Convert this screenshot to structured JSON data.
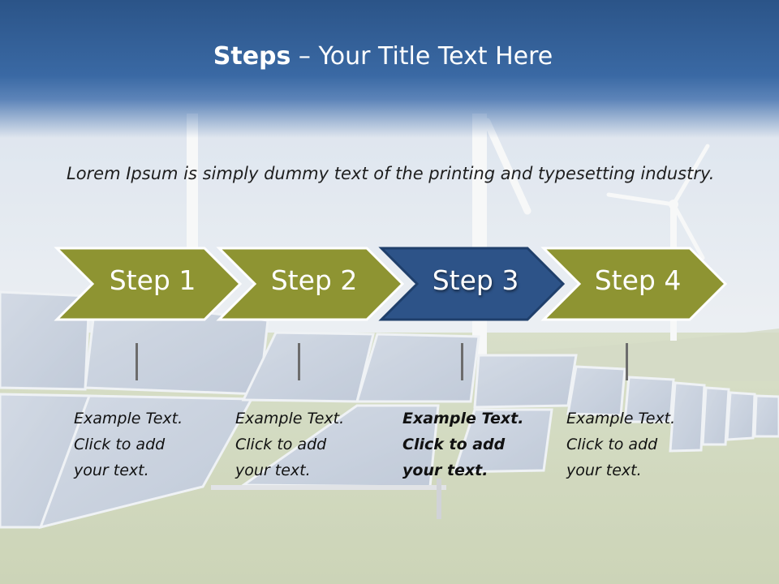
{
  "slide": {
    "title_bold": "Steps",
    "title_rest": " – Your Title Text Here",
    "intro": "Lorem Ipsum is simply dummy text of the printing and typesetting industry."
  },
  "colors": {
    "title_band": "#2b5488",
    "chevron_olive": "#8e9432",
    "chevron_blue": "#2d5388",
    "chevron_border": "#ffffff"
  },
  "steps": [
    {
      "label": "Step 1",
      "lines": [
        "Example Text.",
        "Click  to add",
        "your text."
      ],
      "active": false
    },
    {
      "label": "Step 2",
      "lines": [
        "Example Text.",
        "Click  to add",
        "your text."
      ],
      "active": false
    },
    {
      "label": "Step 3",
      "lines": [
        "Example Text.",
        "Click  to add",
        "your text."
      ],
      "active": true
    },
    {
      "label": "Step 4",
      "lines": [
        "Example Text.",
        "Click  to add",
        "your text."
      ],
      "active": false
    }
  ]
}
